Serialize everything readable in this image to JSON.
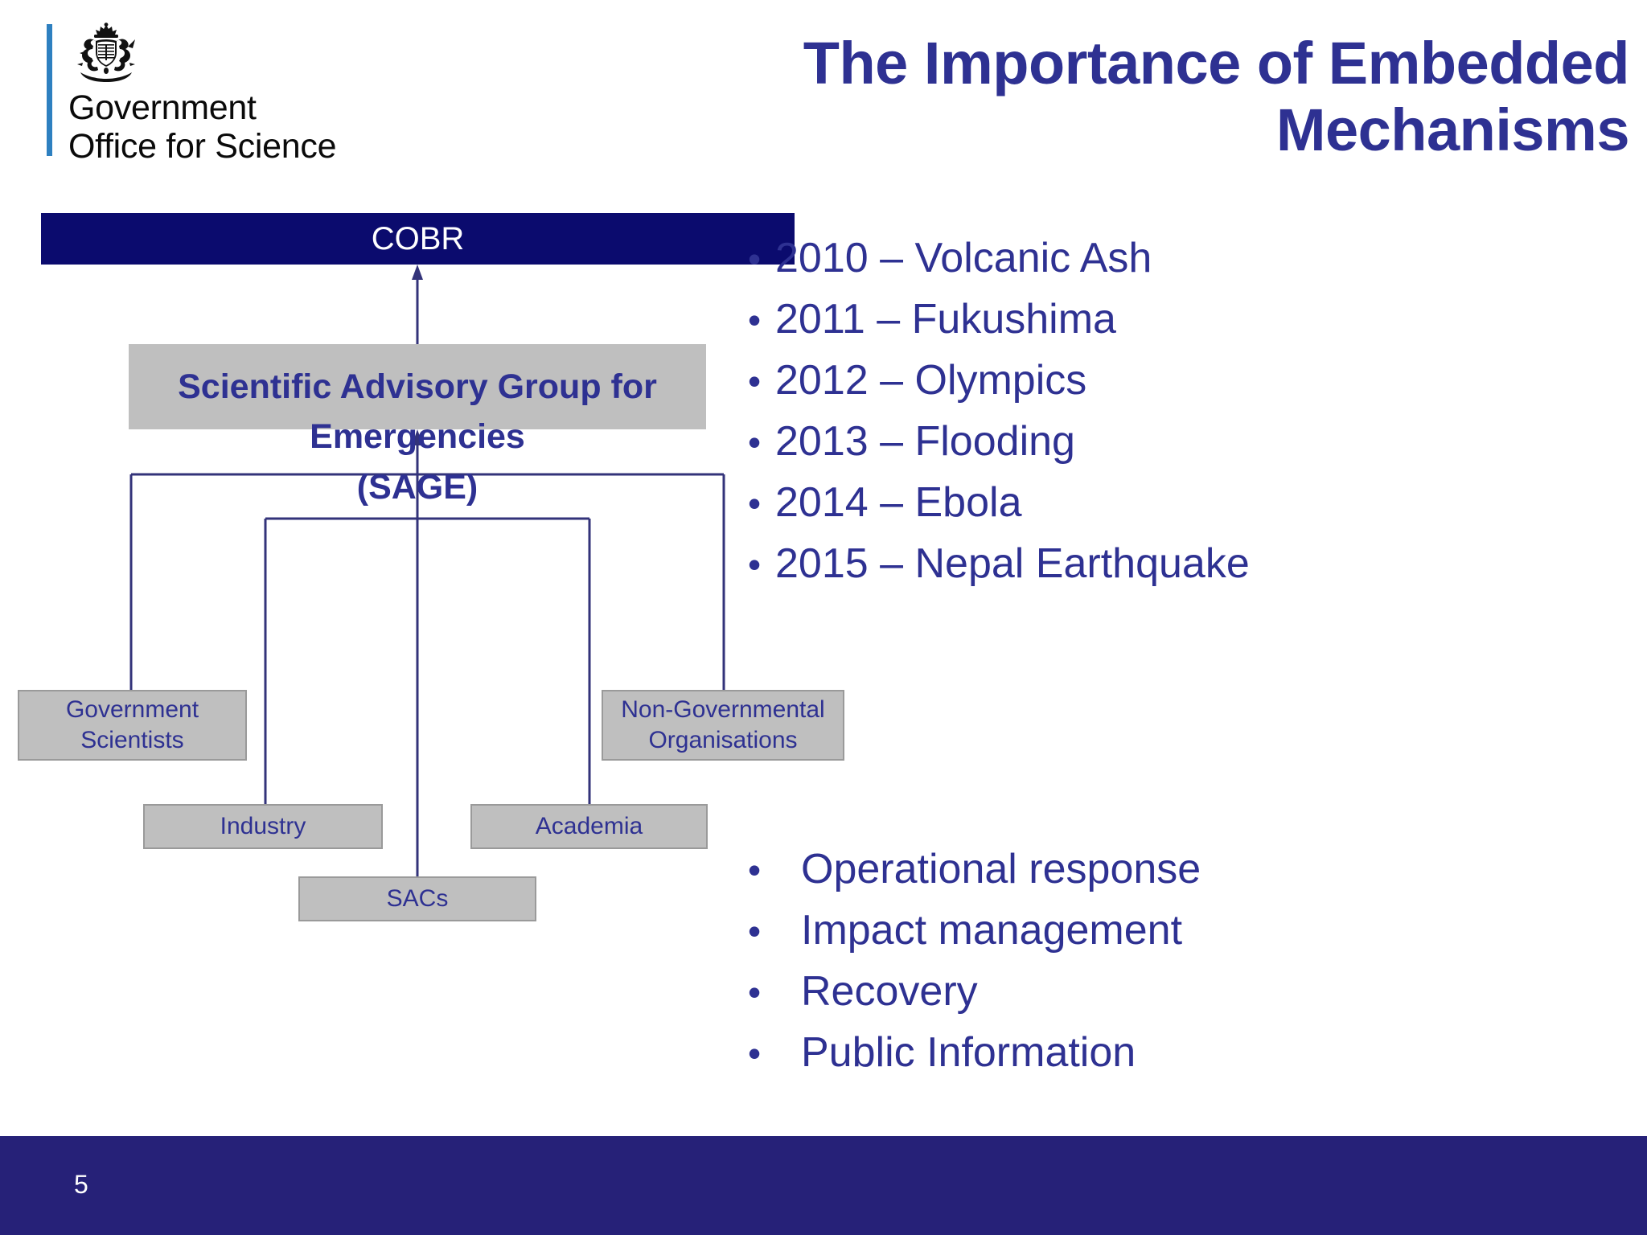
{
  "slide": {
    "title": "The Importance of Embedded Mechanisms",
    "page_number": "5",
    "colors": {
      "title_blue": "#2e3192",
      "cobr_navy": "#0b0b6e",
      "box_grey": "#bfbfbf",
      "footer_navy": "#262178",
      "logo_rule_blue": "#2e80c0"
    }
  },
  "logo": {
    "line1": "Government",
    "line2": "Office for Science",
    "crest_icon": "royal-crest-icon"
  },
  "diagram": {
    "cobr": {
      "label": "COBR"
    },
    "sage": {
      "line1": "Scientific Advisory Group for",
      "line2": "Emergencies",
      "line3": "(SAGE)"
    },
    "contributors": [
      {
        "id": "government-scientists",
        "line1": "Government",
        "line2": "Scientists"
      },
      {
        "id": "non-governmental-organisations",
        "line1": "Non-Governmental",
        "line2": "Organisations"
      },
      {
        "id": "industry",
        "line1": "Industry",
        "line2": ""
      },
      {
        "id": "academia",
        "line1": "Academia",
        "line2": ""
      },
      {
        "id": "sacs",
        "line1": "SACs",
        "line2": ""
      }
    ]
  },
  "years_list": {
    "bullet_char": "•",
    "items": [
      "2010 – Volcanic Ash",
      "2011 – Fukushima",
      "2012 – Olympics",
      "2013 – Flooding",
      "2014 – Ebola",
      "2015 – Nepal Earthquake"
    ]
  },
  "phases_list": {
    "bullet_char": "•",
    "items": [
      "Operational response",
      "Impact management",
      "Recovery",
      "Public Information"
    ]
  }
}
